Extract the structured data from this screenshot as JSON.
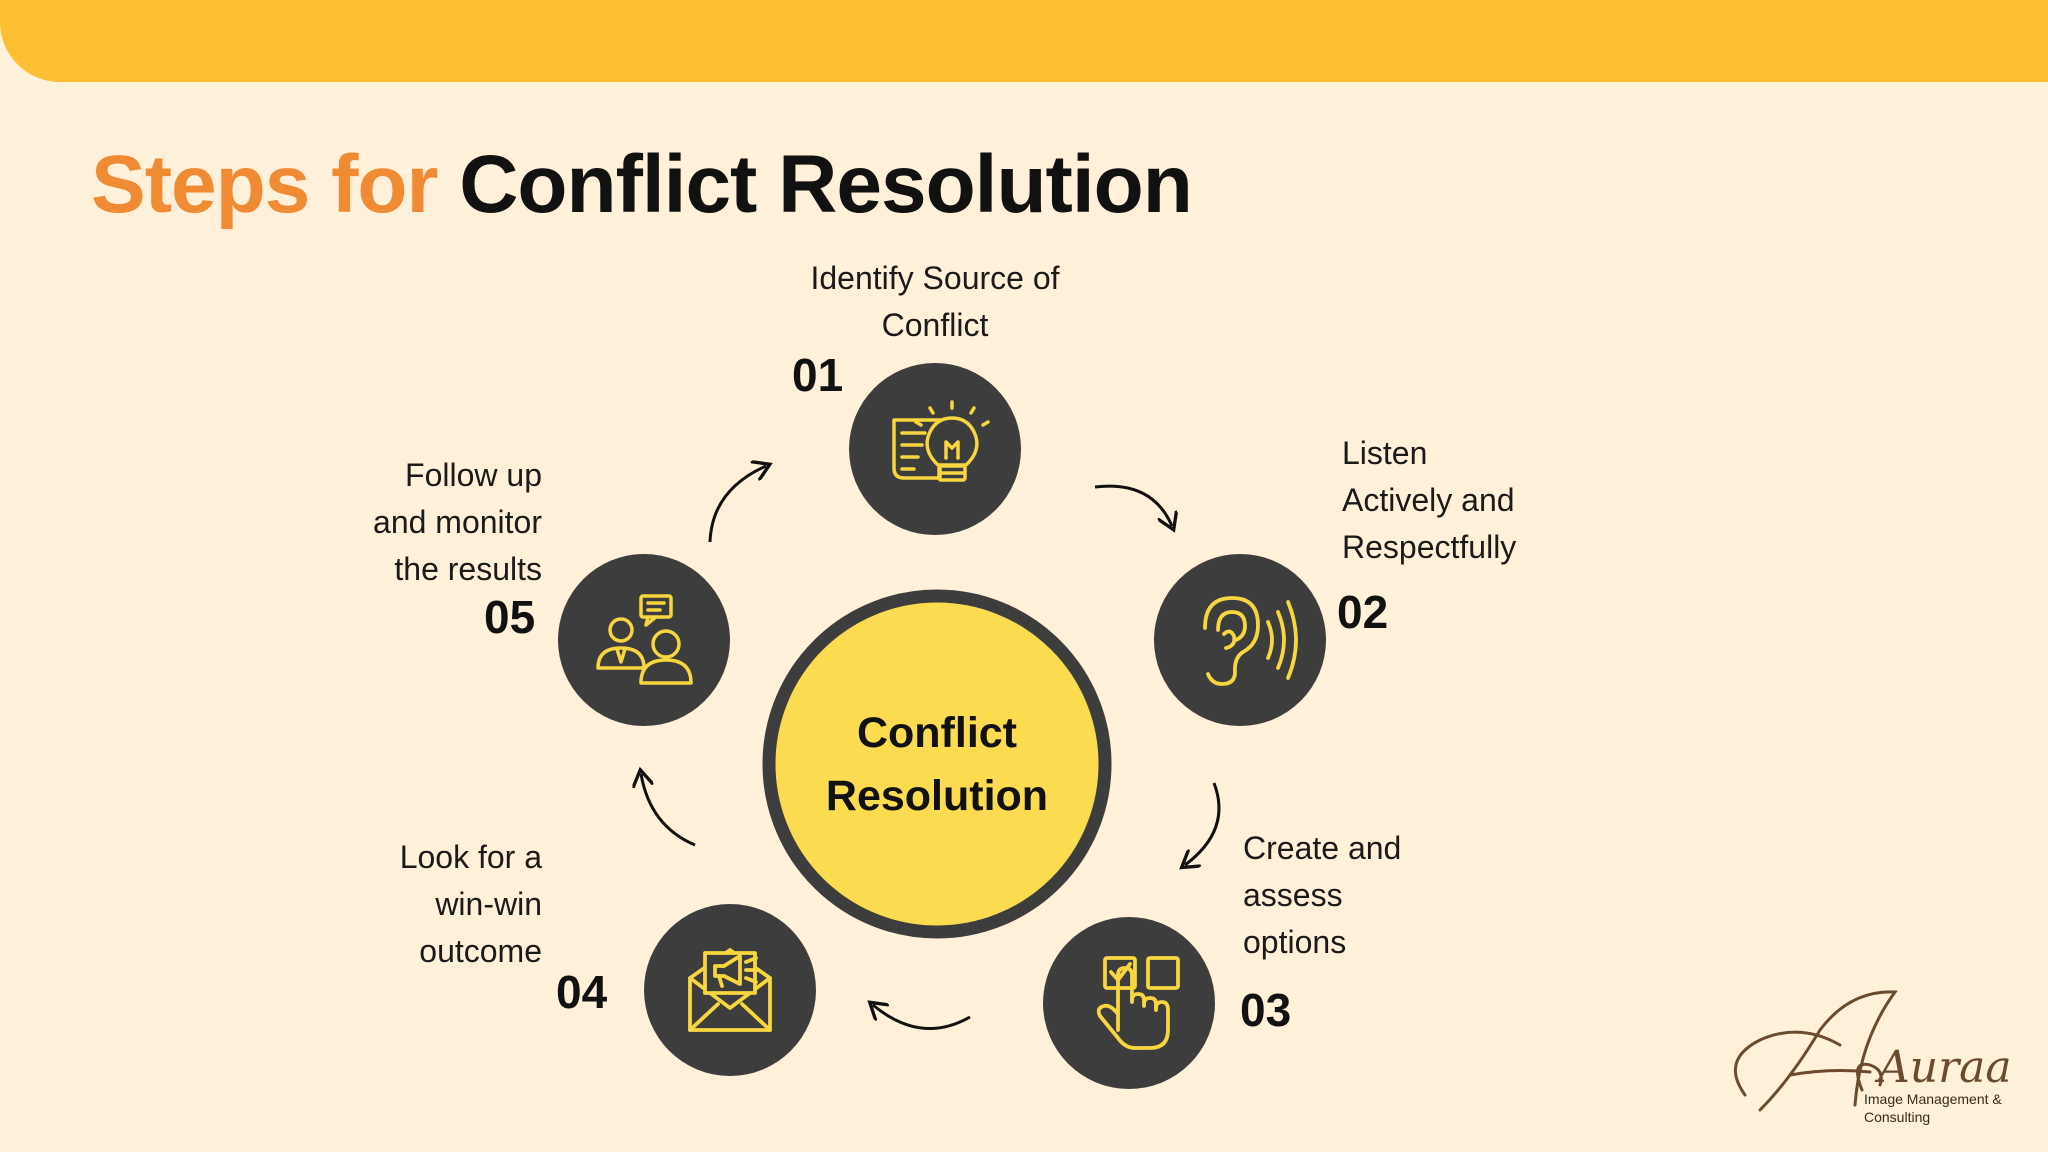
{
  "title": {
    "accent": "Steps for",
    "main": "Conflict Resolution"
  },
  "center": {
    "line1": "Conflict",
    "line2": "Resolution"
  },
  "steps": [
    {
      "number": "01",
      "lines": [
        "Identify Source of",
        "Conflict"
      ],
      "icon": "lightbulb-document-icon"
    },
    {
      "number": "02",
      "lines": [
        "Listen",
        "Actively and",
        "Respectfully"
      ],
      "icon": "ear-listening-icon"
    },
    {
      "number": "03",
      "lines": [
        "Create and",
        "assess",
        "options"
      ],
      "icon": "hand-checkbox-icon"
    },
    {
      "number": "04",
      "lines": [
        "Look for a",
        "win-win",
        "outcome"
      ],
      "icon": "envelope-megaphone-icon"
    },
    {
      "number": "05",
      "lines": [
        "Follow up",
        "and monitor",
        "the results"
      ],
      "icon": "people-chat-icon"
    }
  ],
  "logo": {
    "script": "Auraa",
    "sub1": "Image Management &",
    "sub2": "Consulting"
  },
  "colors": {
    "background": "#FEF0D9",
    "top_bar": "#FDBE34",
    "accent": "#F08A33",
    "circle": "#3D3D3D",
    "icon_stroke": "#F7D63F",
    "center_fill": "#FBDB4F"
  }
}
